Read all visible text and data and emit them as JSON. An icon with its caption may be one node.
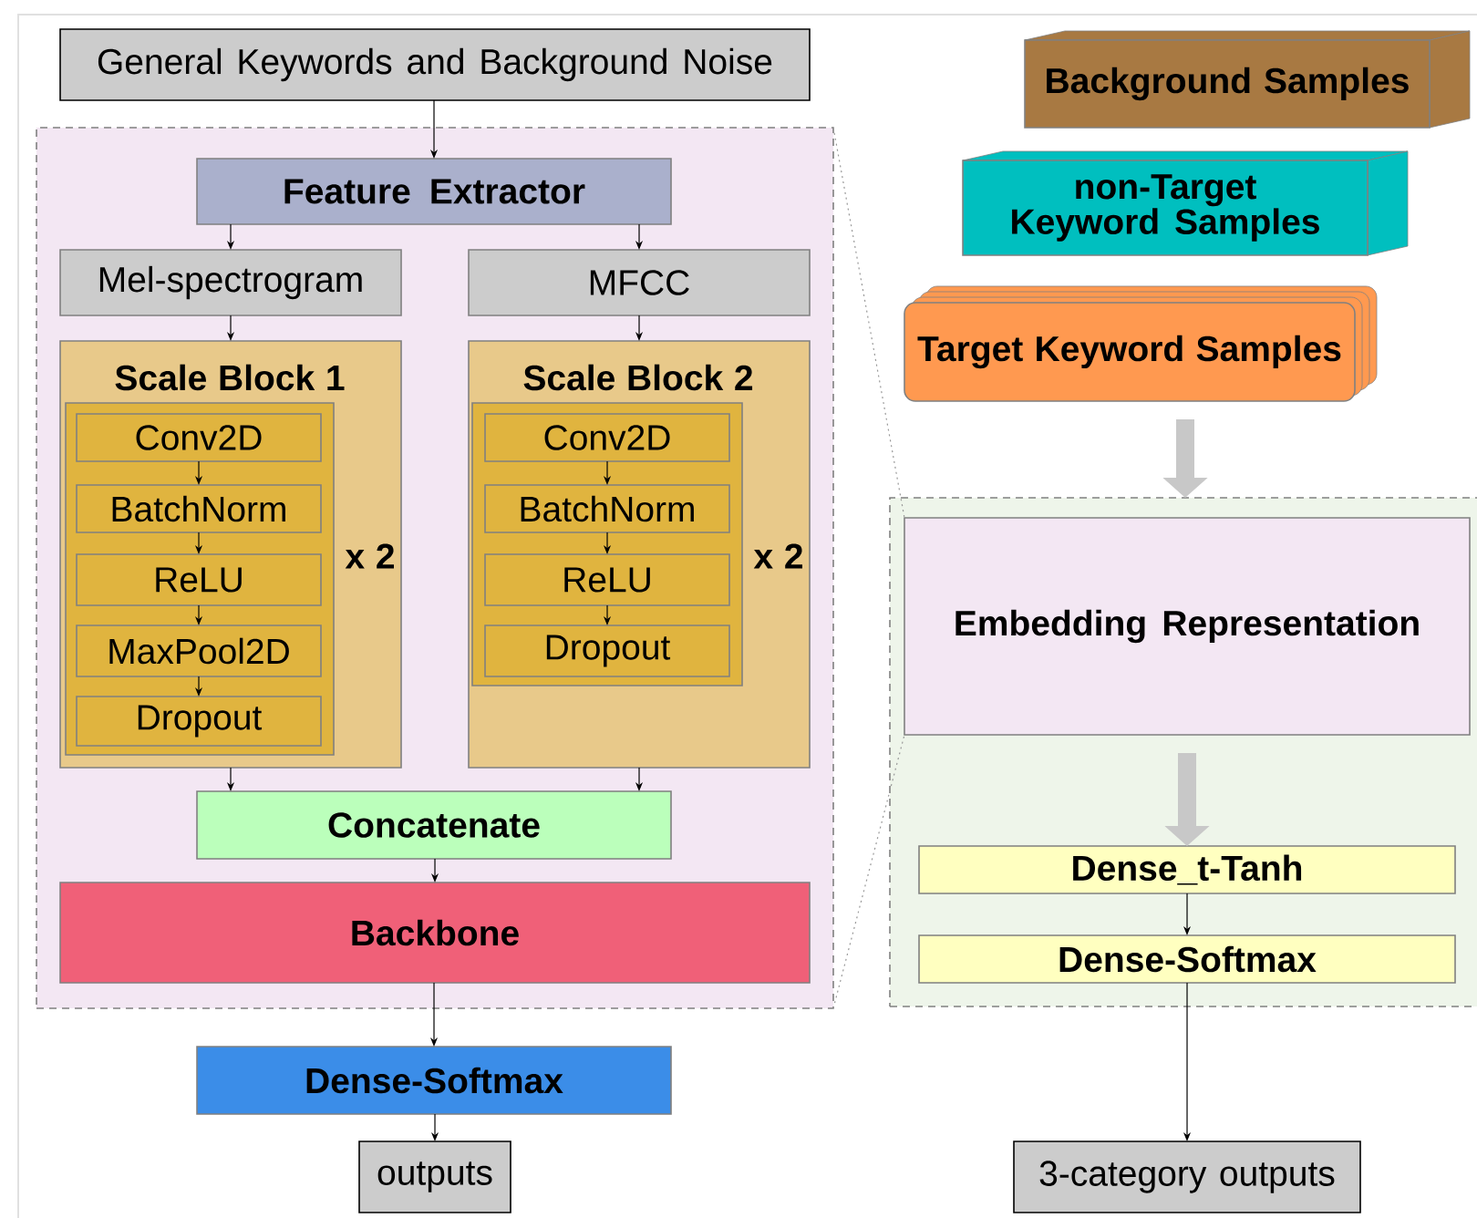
{
  "diagram": {
    "nodes": [
      {
        "text": [
          "General Keywords and Background Noise"
        ]
      },
      {
        "text": [],
        "shape": "box"
      },
      {
        "text": [
          "Feature Extractor"
        ],
        "in": 1
      },
      {
        "text": [
          "Mel-spectrogram"
        ],
        "in": 1
      },
      {
        "text": [
          "MFCC"
        ],
        "in": 1
      },
      {
        "text": [
          "Scale Block 1",
          "x 2"
        ],
        "in": 1
      },
      {
        "text": [],
        "shape": "box",
        "in": 5
      },
      {
        "text": [
          "Conv2D"
        ],
        "in": 6
      },
      {
        "text": [
          "BatchNorm"
        ],
        "in": 6
      },
      {
        "text": [
          "ReLU"
        ],
        "in": 6
      },
      {
        "text": [
          "MaxPool2D"
        ],
        "in": 6
      },
      {
        "text": [
          "Dropout"
        ],
        "in": 6
      },
      {
        "text": [
          "Scale Block 2",
          "x 2"
        ],
        "in": 1
      },
      {
        "text": [],
        "shape": "box",
        "in": 12
      },
      {
        "text": [
          "Conv2D"
        ],
        "in": 13
      },
      {
        "text": [
          "BatchNorm"
        ],
        "in": 13
      },
      {
        "text": [
          "ReLU"
        ],
        "in": 13
      },
      {
        "text": [
          "Dropout"
        ],
        "in": 13
      },
      {
        "text": [
          "Concatenate"
        ],
        "in": 1
      },
      {
        "text": [
          "Backbone"
        ],
        "in": 1
      },
      {
        "text": [
          "Dense-Softmax"
        ]
      },
      {
        "text": [
          "outputs"
        ]
      },
      {
        "text": [
          "Background Samples"
        ]
      },
      {
        "text": [
          "non-Target Keyword Samples"
        ]
      },
      {
        "text": [
          "Target Keyword Samples"
        ]
      },
      {
        "text": [],
        "shape": "box"
      },
      {
        "text": [
          "Embedding Representation"
        ],
        "in": 25
      },
      {
        "text": [
          "Dense_t-Tanh"
        ],
        "in": 25
      },
      {
        "text": [
          "Dense-Softmax"
        ],
        "in": 25
      },
      {
        "text": [
          "3-category outputs"
        ]
      }
    ],
    "edges": [
      {
        "from": 0,
        "to": 2,
        "arrow": "to"
      },
      {
        "from": 2,
        "to": 3,
        "arrow": "to"
      },
      {
        "from": 2,
        "to": 4,
        "arrow": "to"
      },
      {
        "from": 3,
        "to": 5,
        "arrow": "to"
      },
      {
        "from": 4,
        "to": 12,
        "arrow": "to"
      },
      {
        "from": 7,
        "to": 8,
        "arrow": "to"
      },
      {
        "from": 8,
        "to": 9,
        "arrow": "to"
      },
      {
        "from": 9,
        "to": 10,
        "arrow": "to"
      },
      {
        "from": 10,
        "to": 11,
        "arrow": "to"
      },
      {
        "from": 14,
        "to": 15,
        "arrow": "to"
      },
      {
        "from": 15,
        "to": 16,
        "arrow": "to"
      },
      {
        "from": 16,
        "to": 17,
        "arrow": "to"
      },
      {
        "from": 5,
        "to": 18,
        "arrow": "to"
      },
      {
        "from": 12,
        "to": 18,
        "arrow": "to"
      },
      {
        "from": 18,
        "to": 19,
        "arrow": "to"
      },
      {
        "from": 19,
        "to": 20,
        "arrow": "to"
      },
      {
        "from": 20,
        "to": 21,
        "arrow": "to"
      },
      {
        "from": 1,
        "to": 26,
        "arrow": "none",
        "style": "dashed",
        "color": "#999999"
      },
      {
        "from": 1,
        "to": 26,
        "arrow": "none",
        "style": "dashed",
        "color": "#999999"
      },
      {
        "from": 24,
        "to": 25,
        "arrow": "to",
        "style": "thick",
        "color": "#c8c8c8"
      },
      {
        "from": 26,
        "to": 27,
        "arrow": "to",
        "style": "thick",
        "color": "#c8c8c8"
      },
      {
        "from": 27,
        "to": 28,
        "arrow": "to"
      },
      {
        "from": 28,
        "to": 29,
        "arrow": "to"
      }
    ]
  }
}
